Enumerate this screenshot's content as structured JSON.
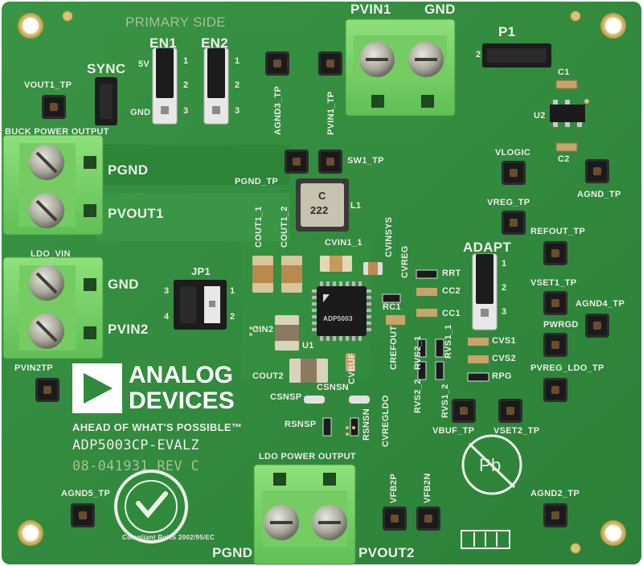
{
  "board": {
    "colors": {
      "pcb": "#2f8a3c",
      "silkscreen": "#eef3ea",
      "terminal_green": "#7fd36b",
      "chip": "#1b1b1b"
    },
    "labels": {
      "primary_side": "PRIMARY SIDE",
      "pvin1": "PVIN1",
      "gnd_top": "GND",
      "p1": "P1",
      "p1_pin2": "2",
      "en1": "EN1",
      "en2": "EN2",
      "sync": "SYNC",
      "v5": "5V",
      "gnd_jumper": "GND",
      "jp_pin1": "1",
      "jp_pin2": "2",
      "jp_pin3": "3",
      "vout1_tp": "VOUT1_TP",
      "buck_power_output": "BUCK POWER OUTPUT",
      "agnd3_tp": "AGND3_TP",
      "pvin1_tp": "PVIN1_TP",
      "c1": "C1",
      "u2": "U2",
      "c2": "C2",
      "vlogic": "VLOGIC",
      "agnd_tp": "AGND_TP",
      "pgnd_tp": "PGND_TP",
      "sw1_tp": "SW1_TP",
      "pgnd": "PGND",
      "pvout1": "PVOUT1",
      "l1": "L1",
      "vreg_tp": "VREG_TP",
      "refout_tp": "REFOUT_TP",
      "cout1_1": "COUT1_1",
      "cout1_2": "COUT1_2",
      "cvin1_1": "CVIN1_1",
      "cvinsys": "CVINSYS",
      "cvreg": "CVREG",
      "adapt": "ADAPT",
      "ldo_vin": "LDO_VIN",
      "gnd_left": "GND",
      "pvin2": "PVIN2",
      "jp1": "JP1",
      "rrt": "RRT",
      "cc2": "CC2",
      "rc1": "RC1",
      "cc1": "CC1",
      "vset1_tp": "VSET1_TP",
      "agnd4_tp": "AGND4_TP",
      "pwrgd": "PWRGD",
      "cin2": "CIN2",
      "u1": "U1",
      "crefout": "CREFOUT",
      "rvs2_1": "RVS2_1",
      "rvs1_1": "RVS1_1",
      "cvs1": "CVS1",
      "cvs2": "CVS2",
      "pvreg_ldo_tp": "PVREG_LDO_TP",
      "pvin2tp": "PVIN2TP",
      "cout2": "COUT2",
      "cvbuf": "CVBUF",
      "rvs2_2": "RVS2_2",
      "rvs1_2": "RVS1_2",
      "rpg": "RPG",
      "csnsp": "CSNSP",
      "csnsn": "CSNSN",
      "vbuf_tp": "VBUF_TP",
      "vset2_tp": "VSET2_TP",
      "rsnsp": "RSNSP",
      "rsnsn": "RSNSN",
      "cvregldo": "CVREGLDO",
      "ldo_power_output": "LDO POWER OUTPUT",
      "vfb2p": "VFB2P",
      "vfb2n": "VFB2N",
      "agnd5_tp": "AGND5_TP",
      "agnd2_tp": "AGND2_TP",
      "pgnd_bottom": "PGND",
      "pvout2": "PVOUT2",
      "analog": "ANALOG",
      "devices": "DEVICES",
      "tagline": "AHEAD OF WHAT'S POSSIBLE™",
      "part_number": "ADP5003CP-EVALZ",
      "revision": "08-041931 REV C",
      "rohs_text": "Compliant RoHS 2002/95/EC",
      "pb_mark": "Pb",
      "inductor_text1": "C",
      "inductor_text2": "222",
      "u1_marking": "ADP5003"
    }
  }
}
